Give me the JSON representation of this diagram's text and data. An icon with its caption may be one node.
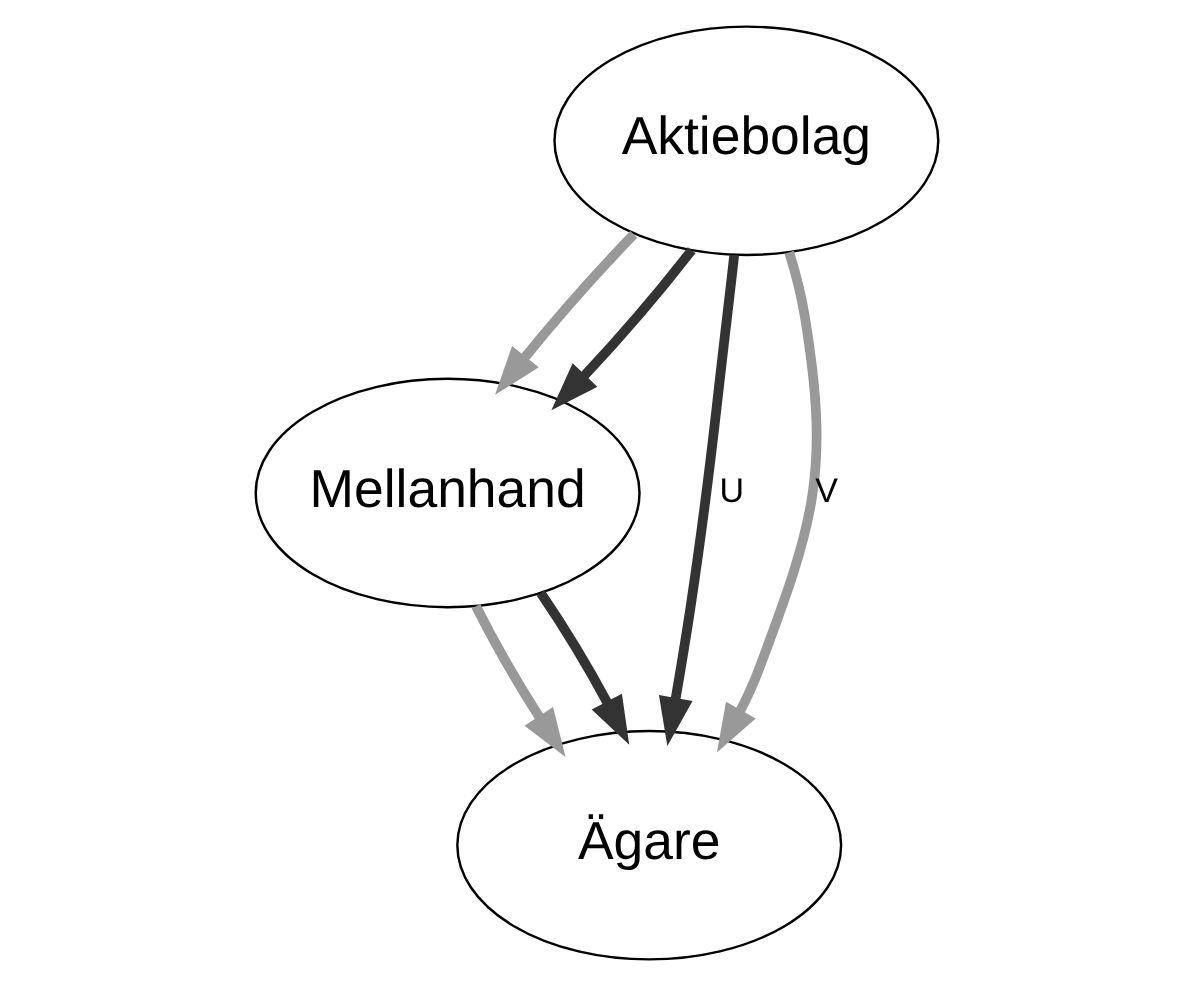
{
  "diagram": {
    "nodes": [
      {
        "text": [
          "Aktiebolag"
        ]
      },
      {
        "text": [
          "Mellanhand"
        ]
      },
      {
        "text": [
          "Ägare"
        ]
      }
    ],
    "edges": [
      {
        "from": 0,
        "to": 2,
        "arrow": "to",
        "label": "U"
      },
      {
        "from": 0,
        "to": 2,
        "arrow": "to",
        "label": "V",
        "color": "#999999"
      },
      {
        "from": 0,
        "to": 1,
        "arrow": "to",
        "color": "#999999"
      },
      {
        "from": 0,
        "to": 1,
        "arrow": "to"
      },
      {
        "from": 1,
        "to": 2,
        "arrow": "to",
        "color": "#999999"
      },
      {
        "from": 1,
        "to": 2,
        "arrow": "to"
      }
    ]
  }
}
